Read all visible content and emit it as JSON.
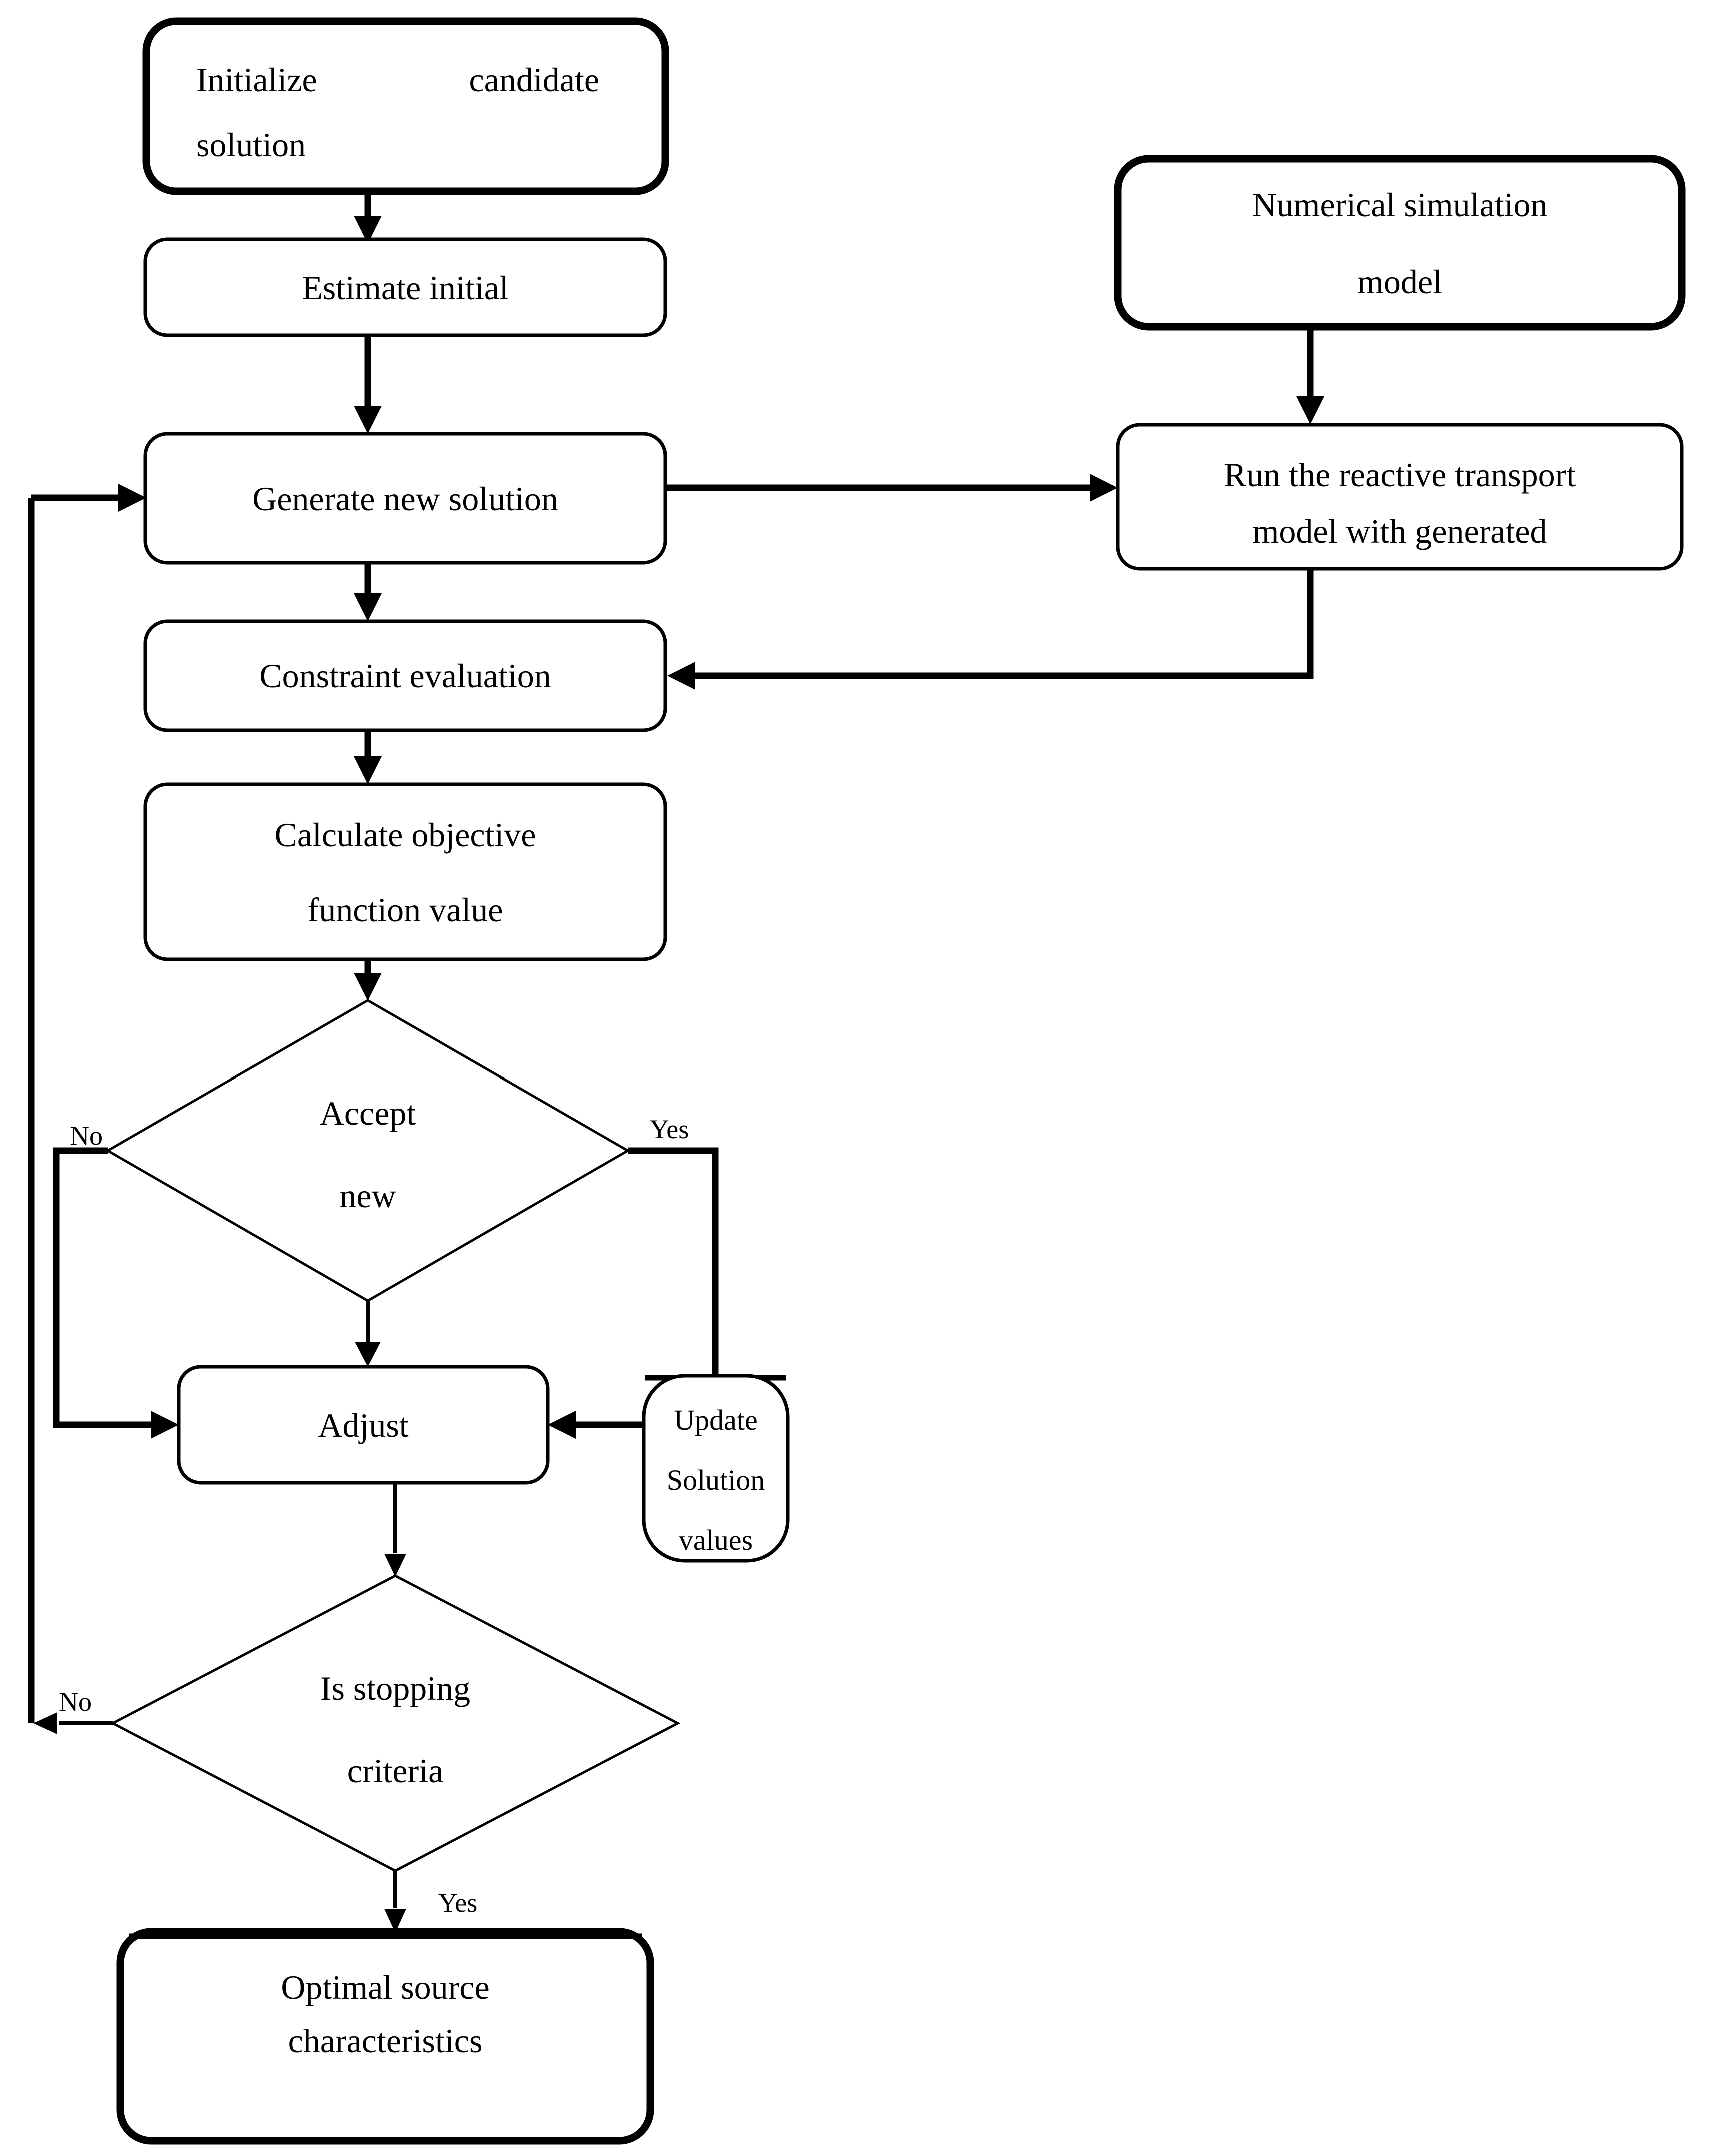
{
  "diagram": {
    "type": "flowchart",
    "colors": {
      "ink": "#000000",
      "background": "#ffffff"
    },
    "nodes": {
      "initialize": {
        "shape": "rounded-rect-thick",
        "line1_left": "Initialize",
        "line1_right": "candidate",
        "line2": "solution"
      },
      "estimate": {
        "shape": "rounded-rect",
        "label": "Estimate initial"
      },
      "generate": {
        "shape": "rounded-rect",
        "label": "Generate new solution"
      },
      "numerical_simulation": {
        "shape": "rounded-rect-thick",
        "line1": "Numerical simulation",
        "line2": "model"
      },
      "run_model": {
        "shape": "rounded-rect",
        "line1": "Run the reactive transport",
        "line2": "model with generated"
      },
      "constraint": {
        "shape": "rounded-rect",
        "label": "Constraint evaluation"
      },
      "calc_objective": {
        "shape": "rounded-rect",
        "line1": "Calculate objective",
        "line2": "function value"
      },
      "accept_new": {
        "shape": "diamond",
        "line1": "Accept",
        "line2": "new"
      },
      "adjust": {
        "shape": "rounded-rect",
        "label": "Adjust"
      },
      "update_solution": {
        "shape": "rounded-rect",
        "line1": "Update",
        "line2": "Solution",
        "line3": "values"
      },
      "stopping_criteria": {
        "shape": "diamond",
        "line1": "Is stopping",
        "line2": "criteria"
      },
      "optimal": {
        "shape": "rounded-rect-thick",
        "line1": "Optimal source",
        "line2": "characteristics"
      }
    },
    "edge_labels": {
      "accept_no": "No",
      "accept_yes": "Yes",
      "stopping_no": "No",
      "stopping_yes": "Yes"
    }
  }
}
